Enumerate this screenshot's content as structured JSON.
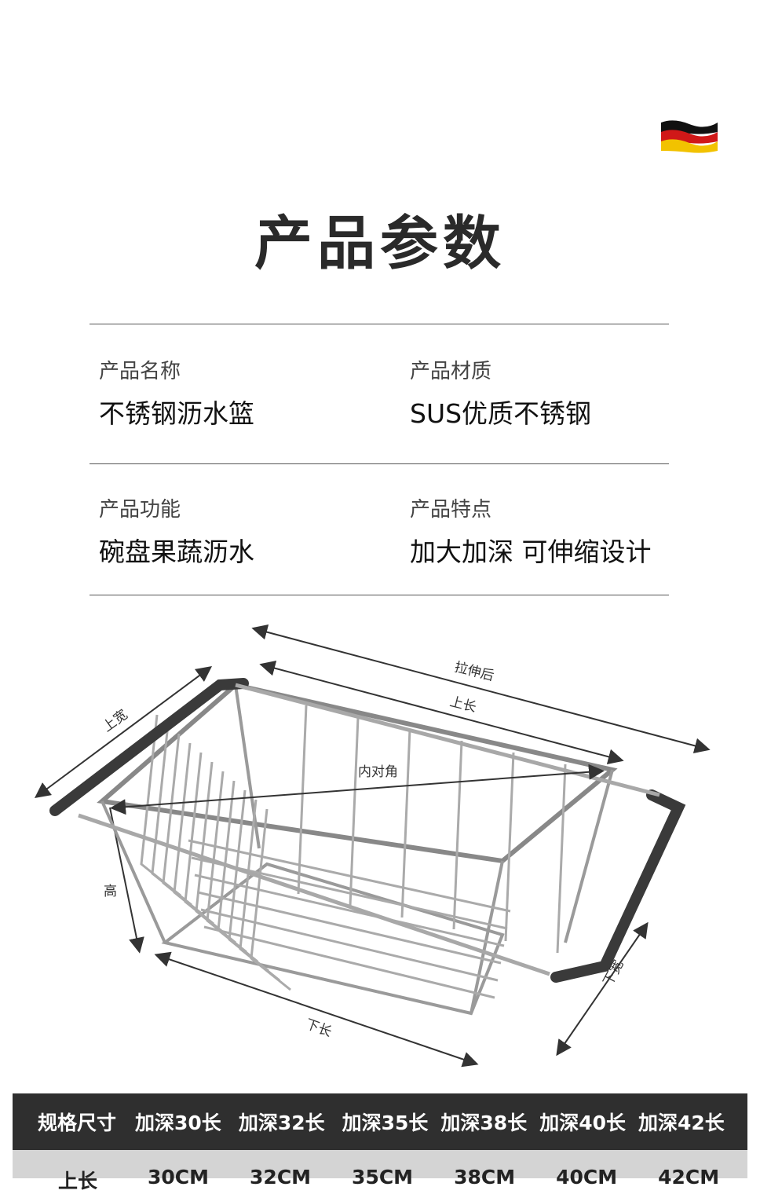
{
  "page_title": "产品参数",
  "flag_icon": "germany-flag-icon",
  "params": [
    {
      "label": "产品名称",
      "value": "不锈钢沥水篮"
    },
    {
      "label": "产品材质",
      "value": "SUS优质不锈钢"
    },
    {
      "label": "产品功能",
      "value": "碗盘果蔬沥水"
    },
    {
      "label": "产品特点",
      "value": "加大加深 可伸缩设计"
    }
  ],
  "diagram_labels": {
    "stretched": "拉伸后",
    "top_length": "上长",
    "top_width": "上宽",
    "inner_diagonal": "内对角",
    "height": "高",
    "bottom_length": "下长",
    "bottom_width": "下宽"
  },
  "spec_table": {
    "header": [
      "规格尺寸",
      "加深30长",
      "加深32长",
      "加深35长",
      "加深38长",
      "加深40长",
      "加深42长"
    ],
    "first_row": [
      "上长",
      "30CM",
      "32CM",
      "35CM",
      "38CM",
      "40CM",
      "42CM"
    ]
  },
  "colors": {
    "header_bg": "#2f2f2f",
    "row_bg": "#d4d4d4",
    "handle": "#3a3a3a"
  }
}
